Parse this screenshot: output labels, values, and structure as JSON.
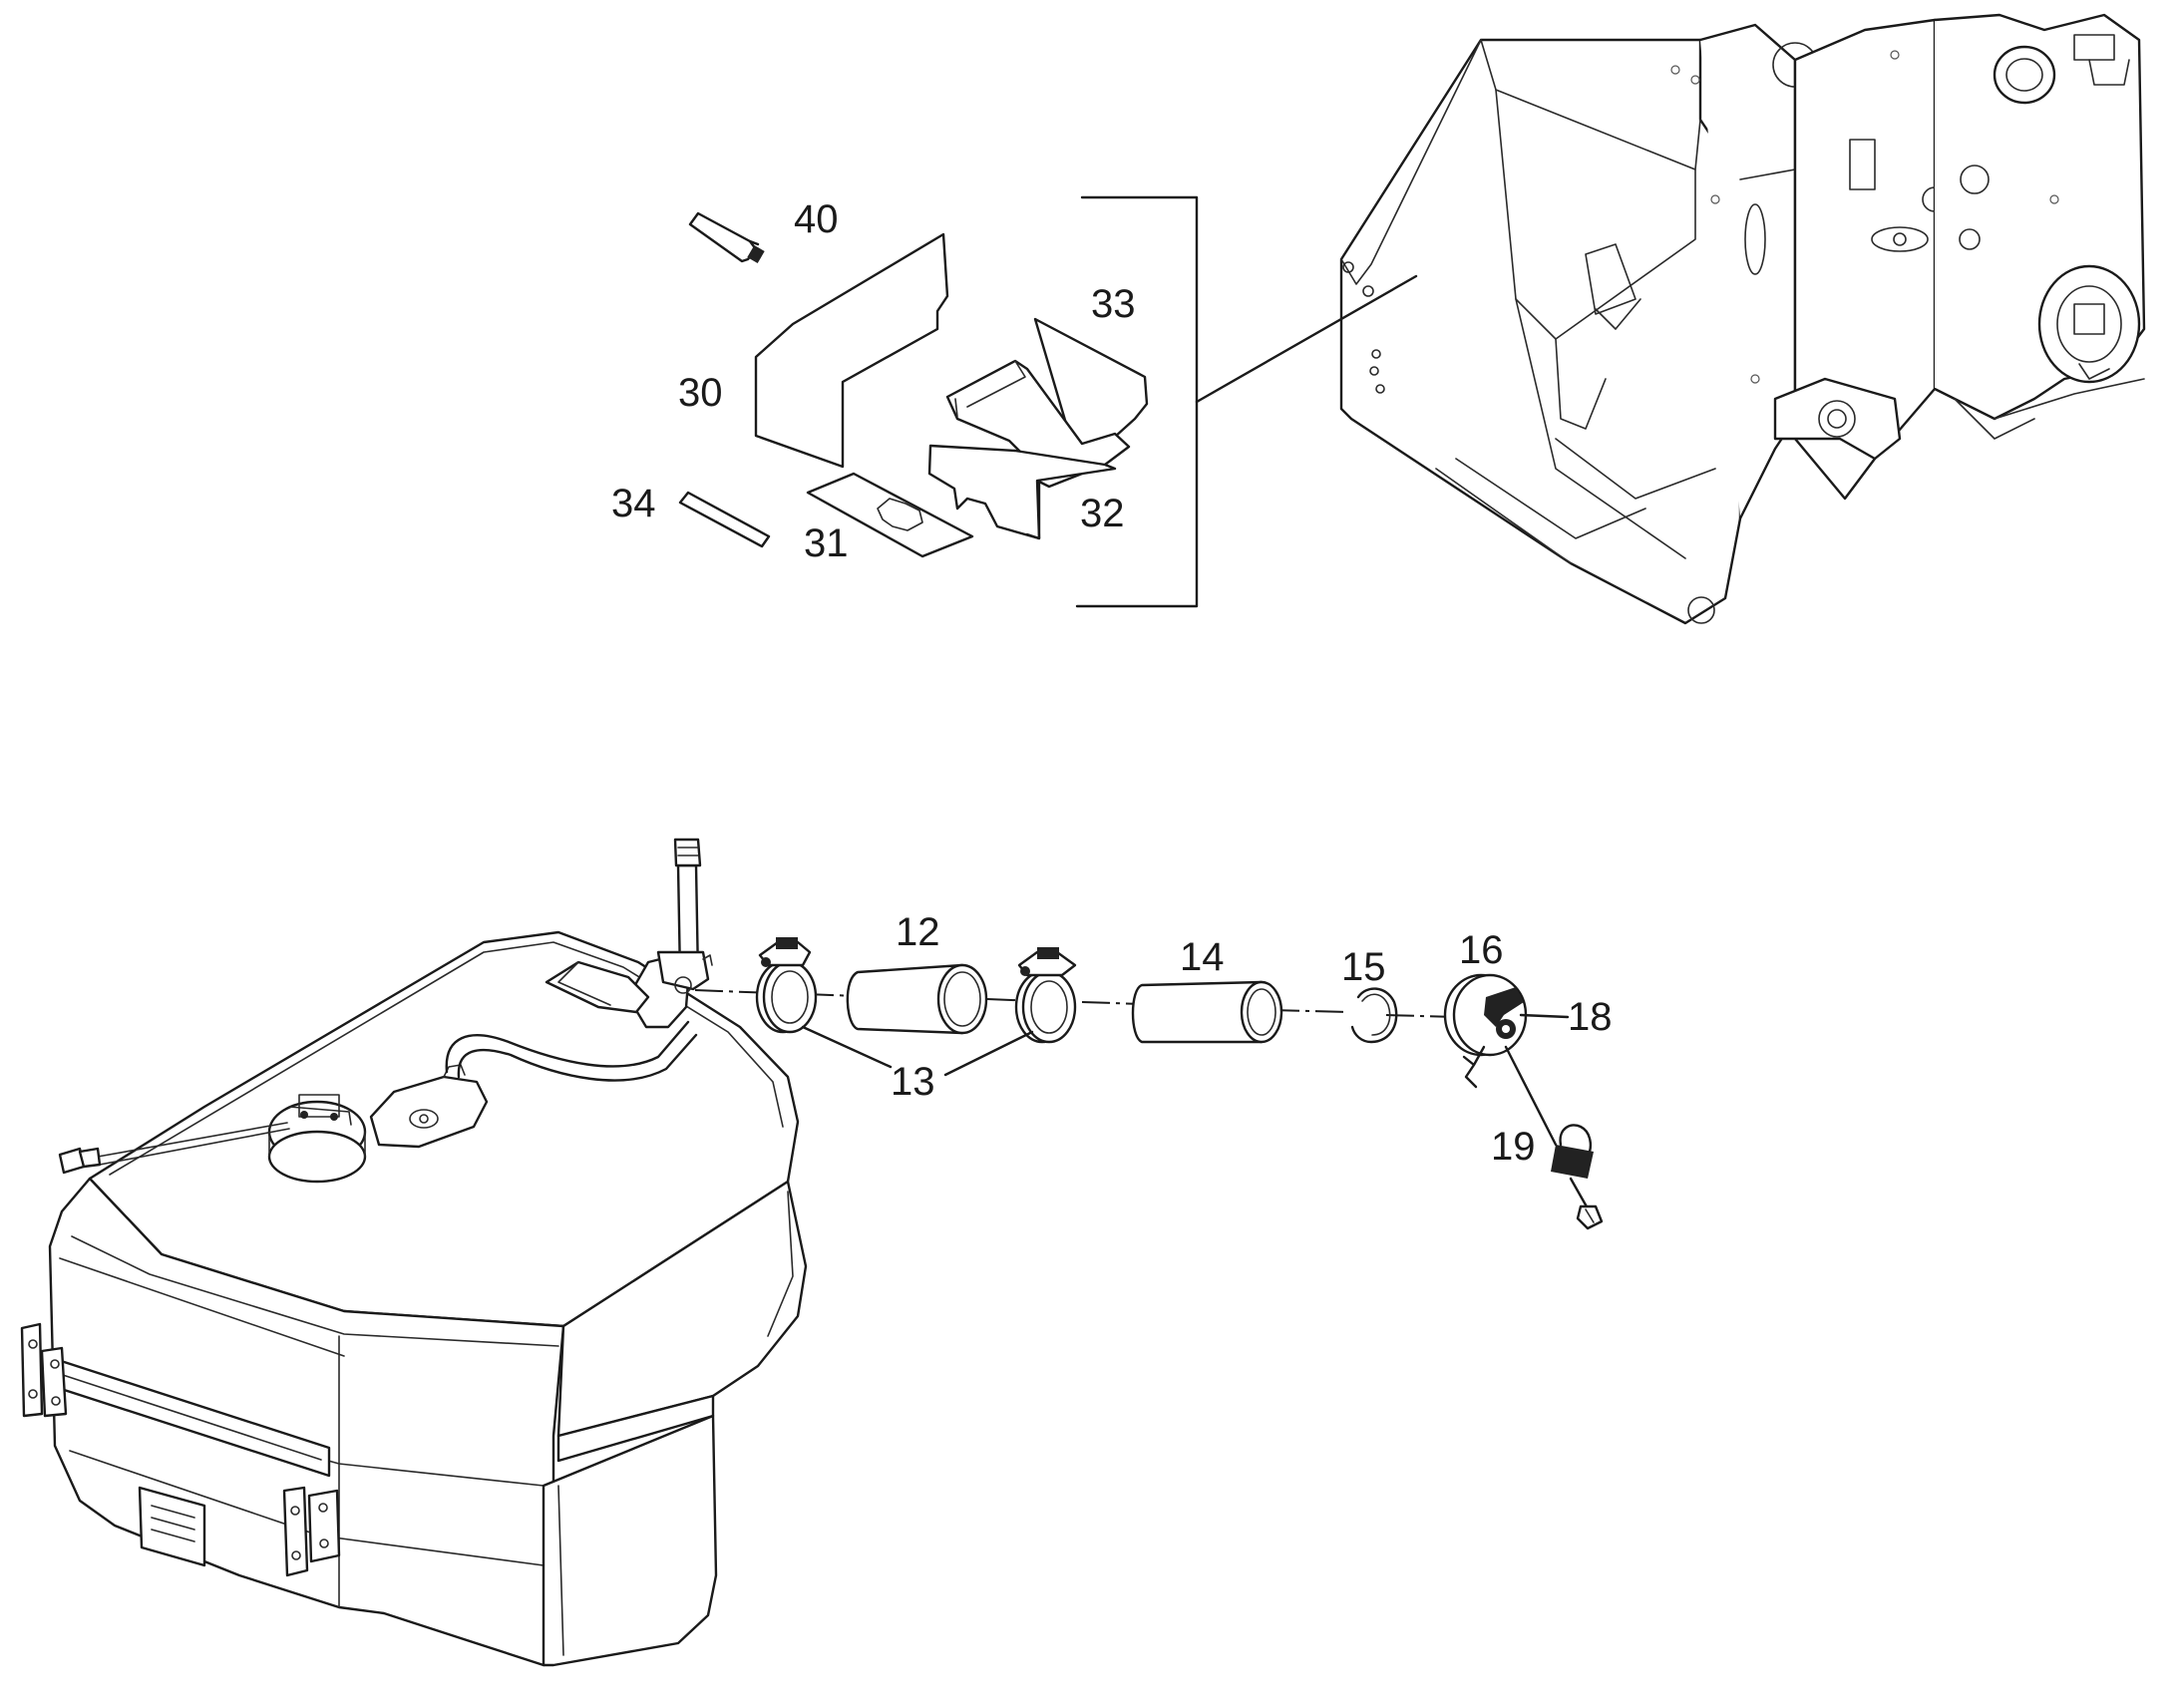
{
  "diagram": {
    "callouts": [
      {
        "id": "40",
        "text": "40"
      },
      {
        "id": "33",
        "text": "33"
      },
      {
        "id": "30",
        "text": "30"
      },
      {
        "id": "34",
        "text": "34"
      },
      {
        "id": "31",
        "text": "31"
      },
      {
        "id": "32",
        "text": "32"
      },
      {
        "id": "12",
        "text": "12"
      },
      {
        "id": "13",
        "text": "13"
      },
      {
        "id": "14",
        "text": "14"
      },
      {
        "id": "15",
        "text": "15"
      },
      {
        "id": "16",
        "text": "16"
      },
      {
        "id": "18",
        "text": "18"
      },
      {
        "id": "19",
        "text": "19"
      }
    ]
  }
}
